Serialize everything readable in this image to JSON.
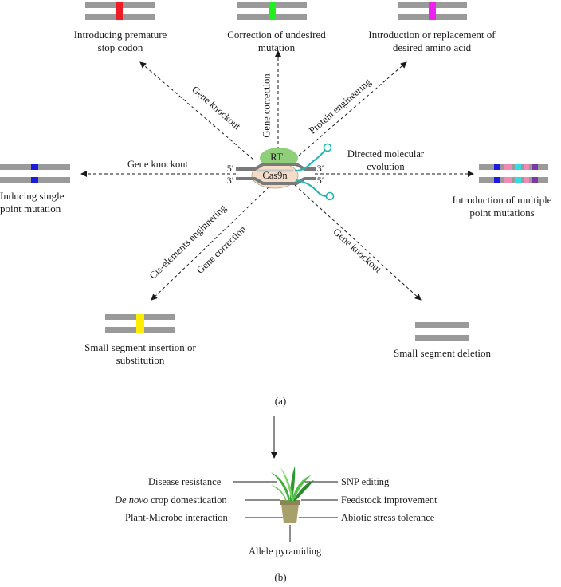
{
  "panel_a": {
    "caption": "(a)",
    "center": {
      "rt_label": "RT",
      "cas_label": "Cas9n",
      "five_prime": "5′",
      "three_prime": "3′"
    },
    "colors": {
      "bar": "#9a9a9a",
      "red": "#ee1c24",
      "green": "#22ee22",
      "magenta": "#ee22ee",
      "blue": "#1a1ae0",
      "yellow": "#ffee00",
      "pink": "#f08cb4",
      "cyan": "#33dde8",
      "purple": "#7a3aa0",
      "rt_green": "#8fcf7a",
      "cas_fill": "#f3dcc8",
      "loop": "#22b5b0"
    },
    "outcomes": {
      "top_left": [
        "Introducing premature",
        "stop codon"
      ],
      "top_center": [
        "Correction of undesired",
        "mutation"
      ],
      "top_right": [
        "Introduction or replacement of",
        "desired amino acid"
      ],
      "mid_left": [
        "Inducing single",
        "point mutation"
      ],
      "mid_right": [
        "Introduction of multiple",
        "point mutations"
      ],
      "bottom_left": [
        "Small segment insertion or",
        "substitution"
      ],
      "bottom_right": [
        "Small segment deletion"
      ]
    },
    "arrows": {
      "upper_left": "Gene knockout",
      "up": "Gene correction",
      "upper_right": "Protein engineering",
      "left": "Gene knockout",
      "right": [
        "Directed molecular",
        "evolution"
      ],
      "lower_left_1": "Cis-elements enginnering",
      "lower_left_2": "Gene correction",
      "lower_right": "Gene knockout"
    }
  },
  "panel_b": {
    "caption": "(b)",
    "left": [
      "Disease resistance",
      "crop domestication",
      "Plant-Microbe interaction"
    ],
    "left_italic": "De novo",
    "right": [
      "SNP editing",
      "Feedstock improvement",
      "Abiotic stress tolerance"
    ],
    "bottom": "Allele pyramiding"
  }
}
